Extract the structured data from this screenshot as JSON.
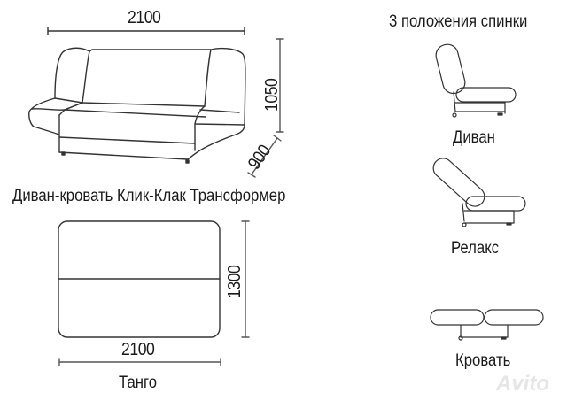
{
  "sofa_view": {
    "width_dim": "2100",
    "height_dim": "1050",
    "depth_dim": "900"
  },
  "title": "Диван-кровать Клик-Клак Трансформер",
  "bed_view": {
    "width_dim": "2100",
    "height_dim": "1300",
    "model_name": "Танго"
  },
  "positions": {
    "heading": "3 положения спинки",
    "items": [
      {
        "label": "Диван"
      },
      {
        "label": "Релакс"
      },
      {
        "label": "Кровать"
      }
    ]
  },
  "watermark": "Avito"
}
